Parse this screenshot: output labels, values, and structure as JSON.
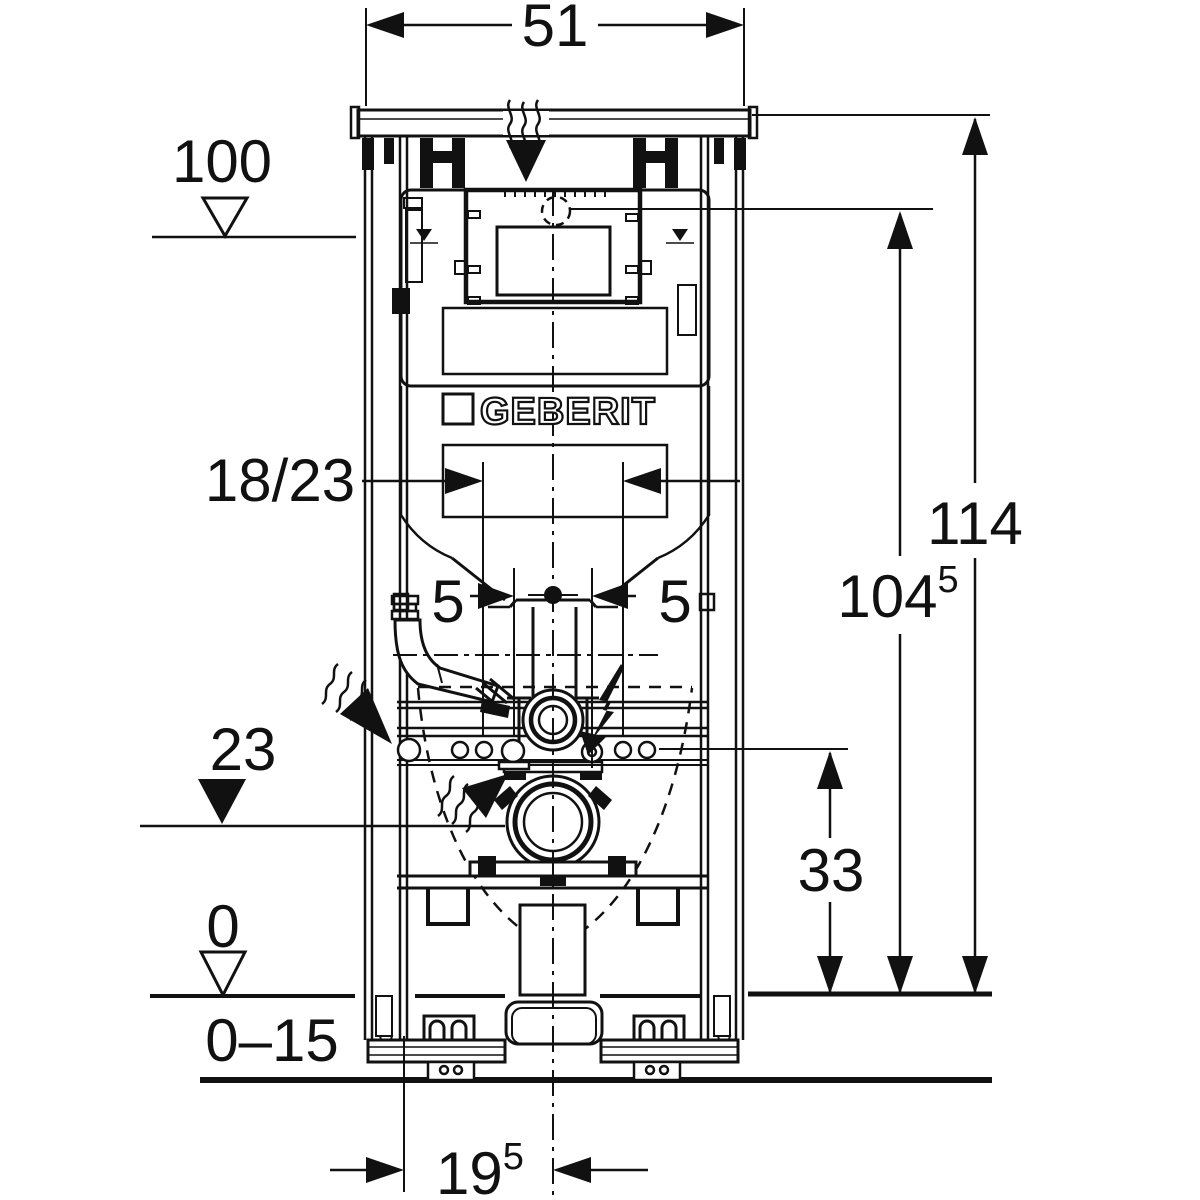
{
  "meta": {
    "drawing_type": "technical installation drawing",
    "units": "cm",
    "line_color": "#111111",
    "background_color": "#ffffff"
  },
  "brand": {
    "logo_text": "GEBERIT"
  },
  "dims": {
    "width_top": "51",
    "level_water": "100",
    "height_total": "114",
    "height_top_edge": "104",
    "height_top_edge_sup": "5",
    "flush_bend": "18/23",
    "offset_left": "5",
    "offset_right": "5",
    "level_outlet": "23",
    "height_fixing": "33",
    "level_floor": "0",
    "floor_buildup": "0–15",
    "front_depth": "19",
    "front_depth_sup": "5"
  },
  "symbols": {
    "air_flow": "air-flow-arrow",
    "electrical": "lightning-bolt-icon",
    "level_open": "level-marker-open",
    "level_filled": "level-marker-filled",
    "center_point": "center-point-dot",
    "inspection_opening": "dashed-circle"
  }
}
